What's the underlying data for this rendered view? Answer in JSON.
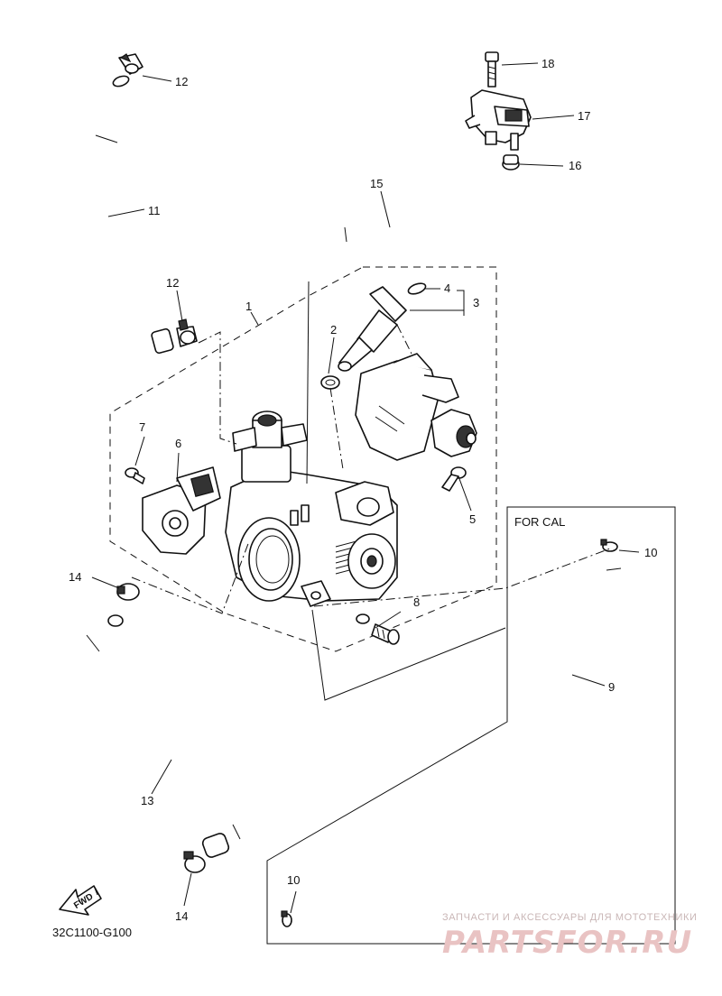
{
  "diagram_code": "32C1100-G100",
  "fwd_label": "FWD",
  "for_cal_label": "FOR CAL",
  "watermark": {
    "line1": "ЗАПЧАСТИ И АКСЕССУАРЫ ДЛЯ МОТОТЕХНИКИ",
    "line2": "PARTSFOR.RU"
  },
  "callouts": {
    "c1": "1",
    "c2": "2",
    "c3": "3",
    "c4": "4",
    "c5": "5",
    "c6": "6",
    "c7": "7",
    "c8": "8",
    "c9": "9",
    "c10a": "10",
    "c10b": "10",
    "c11": "11",
    "c12a": "12",
    "c12b": "12",
    "c13": "13",
    "c14a": "14",
    "c14b": "14",
    "c15": "15",
    "c16": "16",
    "c17": "17",
    "c18": "18"
  },
  "colors": {
    "line": "#111111",
    "watermark_small": "#c9b6b6",
    "watermark_big": "#e9c3c3"
  }
}
